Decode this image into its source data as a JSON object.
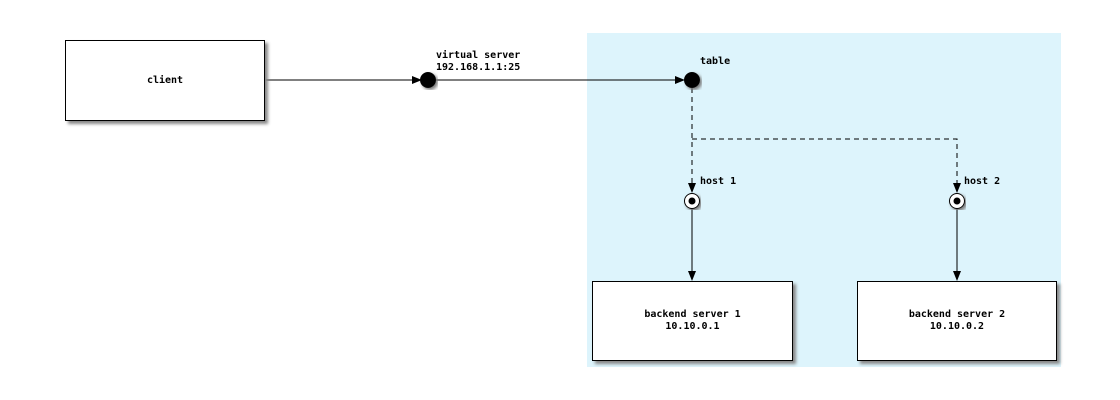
{
  "client": {
    "label": "client"
  },
  "virtual_server": {
    "label": "virtual server",
    "address": "192.168.1.1:25"
  },
  "table": {
    "label": "table"
  },
  "hosts": [
    {
      "label": "host 1"
    },
    {
      "label": "host 2"
    }
  ],
  "backends": [
    {
      "label": "backend server 1",
      "address": "10.10.0.1"
    },
    {
      "label": "backend server 2",
      "address": "10.10.0.2"
    }
  ],
  "colors": {
    "zone": "#ddf4fc"
  }
}
